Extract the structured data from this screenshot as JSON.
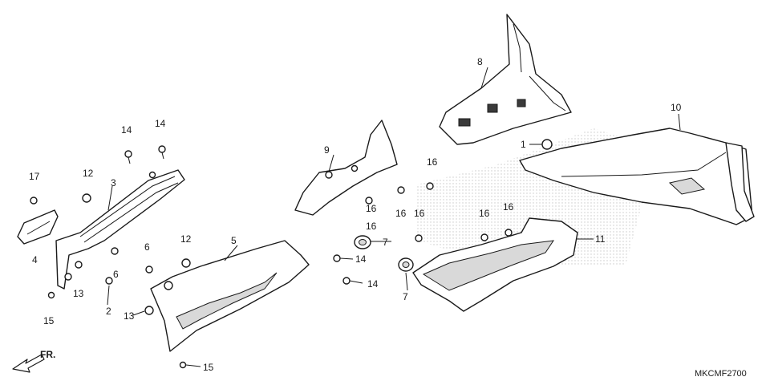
{
  "diagram": {
    "callouts": {
      "c1": "1",
      "c2": "2",
      "c3": "3",
      "c4": "4",
      "c5": "5",
      "c6a": "6",
      "c6b": "6",
      "c7a": "7",
      "c7b": "7",
      "c8": "8",
      "c9": "9",
      "c10": "10",
      "c11": "11",
      "c12a": "12",
      "c12b": "12",
      "c13a": "13",
      "c13b": "13",
      "c14a": "14",
      "c14b": "14",
      "c14c": "14",
      "c14d": "14",
      "c15a": "15",
      "c15b": "15",
      "c16a": "16",
      "c16b": "16",
      "c16c": "16",
      "c16d": "16",
      "c16e": "16",
      "c16f": "16",
      "c16g": "16",
      "c17": "17"
    },
    "direction_label": "FR.",
    "diagram_code": "MKCMF2700"
  }
}
